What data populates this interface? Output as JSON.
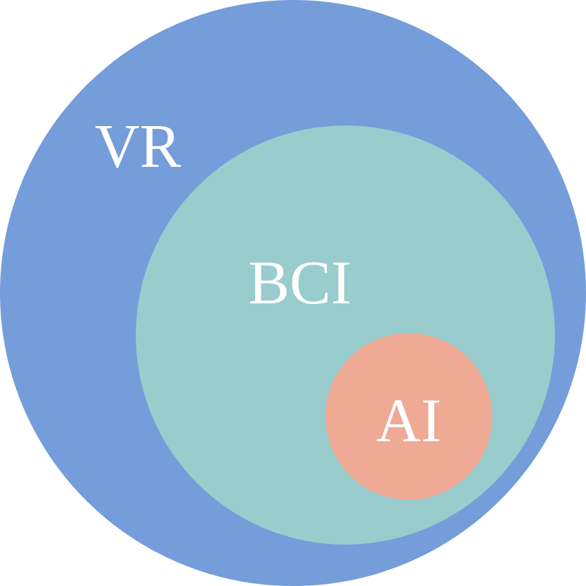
{
  "diagram": {
    "outer": {
      "label": "VR",
      "color": "#749dda"
    },
    "middle": {
      "label": "BCI",
      "color": "#99cccd"
    },
    "inner": {
      "label": "AI",
      "color": "#eeaa95"
    },
    "text_color": "#ffffff"
  }
}
